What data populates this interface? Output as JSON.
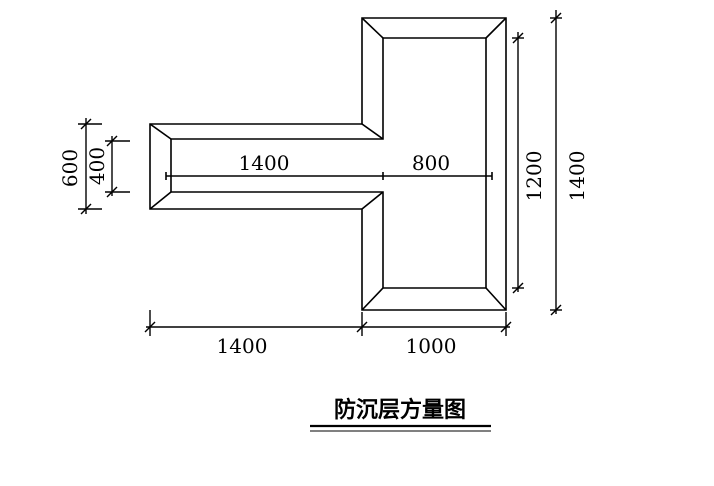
{
  "drawing": {
    "title": "防沉层方量图",
    "dimensions": {
      "bottom_left_length": "1400",
      "bottom_right_length": "1000",
      "arm_inner_length": "1400",
      "body_inner_width": "800",
      "body_inner_height": "1200",
      "body_outer_height": "1400",
      "arm_outer_width": "600",
      "arm_inner_width": "400"
    },
    "colors": {
      "line": "#000000",
      "background": "#ffffff"
    }
  }
}
